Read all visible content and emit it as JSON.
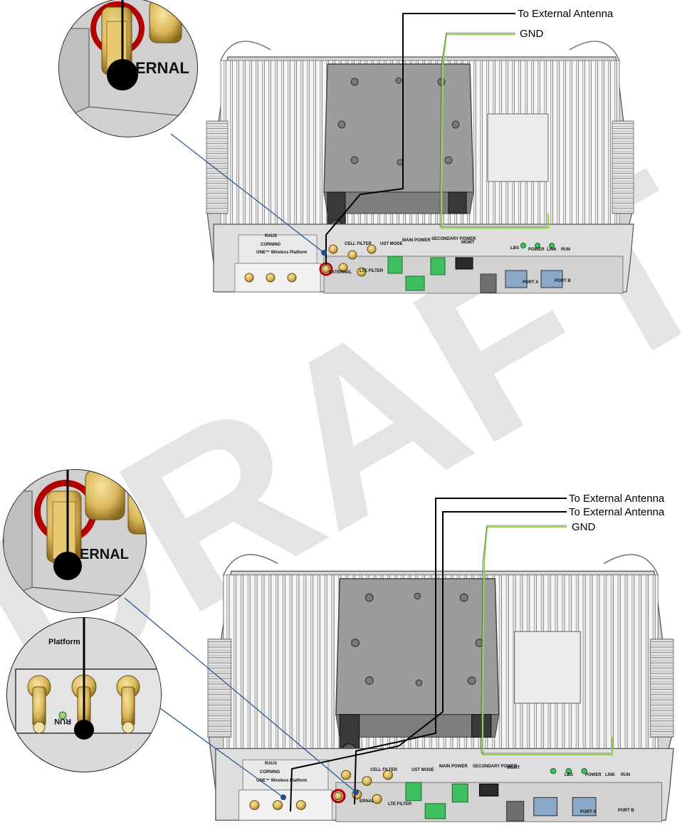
{
  "watermark": {
    "text": "DRAFT",
    "color": "#d9d9d9"
  },
  "colors": {
    "antenna_cable": "#000000",
    "gnd_wire": "#8fd14f",
    "leader_line": "#1f4e8c",
    "connector_gold": "#d9b75a",
    "connector_ring_red": "#b30000",
    "terminal_green": "#3fbf5f",
    "housing_gray": "#cfcfcf"
  },
  "top_diagram": {
    "callouts": {
      "antenna": "To External Antenna",
      "gnd": "GND"
    },
    "zoom": {
      "label": "ERNAL"
    },
    "unit_labels": {
      "raus": "RAUS",
      "brand": "CORNING",
      "platform": "ONE™ Wireless Platform",
      "cell_filter": "CELL FILTER",
      "lte_filter": "LTE FILTER",
      "ust_mode": "UST MODE",
      "main_power": "MAIN POWER",
      "secondary_power": "SECONDARY POWER",
      "mgmt": "MGMT",
      "external": "EXTERNAL",
      "lbs": "LBS",
      "power_led": "POWER",
      "link_led": "LINK",
      "run_led": "RUN",
      "port_a": "PORT A",
      "port_b": "PORT B"
    }
  },
  "bottom_diagram": {
    "callouts": {
      "antenna_1": "To External Antenna",
      "antenna_2": "To External Antenna",
      "gnd": "GND"
    },
    "zoom_external": {
      "label": "ERNAL"
    },
    "zoom_platform": {
      "label": "Platform",
      "run": "RUN"
    },
    "unit_labels": {
      "raus": "RAUS",
      "brand": "CORNING",
      "platform": "ONE™ Wireless Platform",
      "cell_filter": "CELL FILTER",
      "lte_filter": "LTE FILTER",
      "ust_mode": "UST MODE",
      "main_power": "MAIN POWER",
      "secondary_power": "SECONDARY POWER",
      "mgmt": "MGMT",
      "external": "ERNAL",
      "lbs": "LBS",
      "power_led": "POWER",
      "link_led": "LINK",
      "run_led": "RUN",
      "port_a": "PORT A",
      "port_b": "PORT B"
    }
  }
}
